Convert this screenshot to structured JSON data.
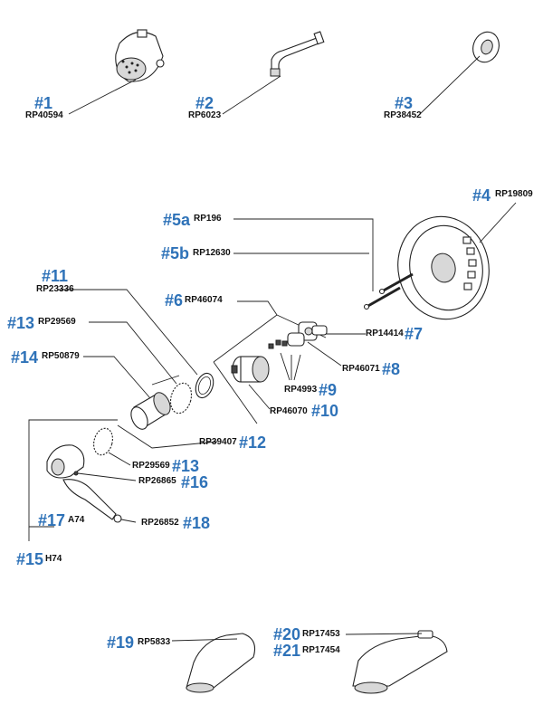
{
  "labels": {
    "n1": "#1",
    "p1": "RP40594",
    "n2": "#2",
    "p2": "RP6023",
    "n3": "#3",
    "p3": "RP38452",
    "n4": "#4",
    "p4": "RP19809",
    "n5a": "#5a",
    "p5a": "RP196",
    "n5b": "#5b",
    "p5b": "RP12630",
    "n6": "#6",
    "p6": "RP46074",
    "n7": "#7",
    "p7": "RP14414",
    "n8": "#8",
    "p8": "RP46071",
    "n9": "#9",
    "p9": "RP4993",
    "n10": "#10",
    "p10": "RP46070",
    "n11": "#11",
    "p11": "RP23336",
    "n12": "#12",
    "p12": "RP39407",
    "n13a": "#13",
    "p13a": "RP29569",
    "n13b": "#13",
    "p13b": "RP29569",
    "n14": "#14",
    "p14": "RP50879",
    "n15": "#15",
    "p15": "H74",
    "n16": "#16",
    "p16": "RP26865",
    "n17": "#17",
    "p17": "A74",
    "n18": "#18",
    "p18": "RP26852",
    "n19": "#19",
    "p19": "RP5833",
    "n20": "#20",
    "p20": "RP17453",
    "n21": "#21",
    "p21": "RP17454"
  },
  "colors": {
    "callout": "#2e72b8",
    "text": "#111111",
    "line": "#222222"
  },
  "icons": [
    "showerhead",
    "shower-arm",
    "flange",
    "escutcheon",
    "screw",
    "cartridge",
    "stop-tube",
    "diverter-spout",
    "tub-spout"
  ]
}
